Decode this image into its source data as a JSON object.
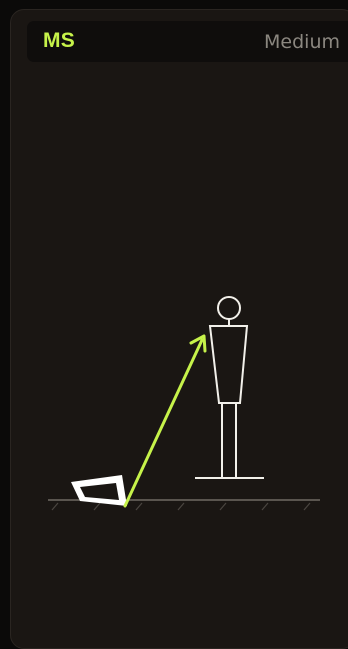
{
  "card": {
    "abbreviation": "MS",
    "level": "Medium"
  },
  "colors": {
    "accent": "#c6f24a",
    "figure": "#f2f0ea",
    "ground": "#5a554f",
    "card_bg": "#1a1613",
    "header_bg": "#0f0d0c",
    "muted_text": "#8b8780"
  },
  "icons": [
    "camera-icon",
    "person-icon",
    "shot-direction-arrow",
    "ground-line"
  ]
}
